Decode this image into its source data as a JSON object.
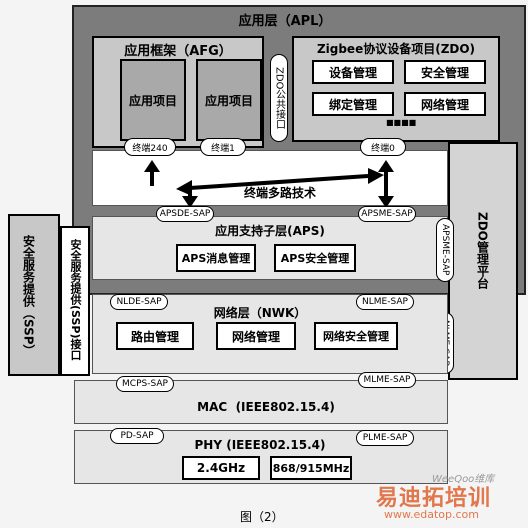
{
  "apl": {
    "title": "应用层（APL）",
    "afg": {
      "title": "应用框架（AFG）",
      "app_object_1": "应用项目",
      "app_object_2": "应用项目"
    },
    "zdo_public_interface": "ZDO公共接口",
    "zdo": {
      "title": "Zigbee协议设备项目(ZDO)",
      "items": [
        "设备管理",
        "安全管理",
        "绑定管理",
        "网络管理"
      ],
      "ellipsis": "■■■■"
    },
    "endpoints": [
      "终端240",
      "终端1",
      "终端0"
    ],
    "multiplex_label": "终端多路技术"
  },
  "aps": {
    "title": "应用支持子层(APS)",
    "items": [
      "APS消息管理",
      "APS安全管理"
    ],
    "saps": [
      "APSDE-SAP",
      "APSME-SAP",
      "APSME-SAP"
    ]
  },
  "nwk": {
    "title": "网络层（NWK）",
    "items": [
      "路由管理",
      "网络管理",
      "网络安全管理"
    ],
    "saps": [
      "NLDE-SAP",
      "NLME-SAP",
      "NLME-SAP"
    ]
  },
  "ssp": {
    "title": "安全服务提供（SSP）",
    "interface": "安全服务提供(SSP)接口"
  },
  "zdo_platform": "ZDO管理平台",
  "mac": {
    "title": "MAC  (IEEE802.15.4)",
    "saps": [
      "MCPS-SAP",
      "MLME-SAP"
    ]
  },
  "phy": {
    "title": "PHY (IEEE802.15.4)",
    "saps": [
      "PD-SAP",
      "PLME-SAP"
    ],
    "bands": [
      "2.4GHz",
      "868/915MHz"
    ]
  },
  "watermark": {
    "brand": "WeeQoo维库",
    "site_cn": "易迪拓培训",
    "url": "www.edatop.com"
  },
  "caption": "图（2）"
}
